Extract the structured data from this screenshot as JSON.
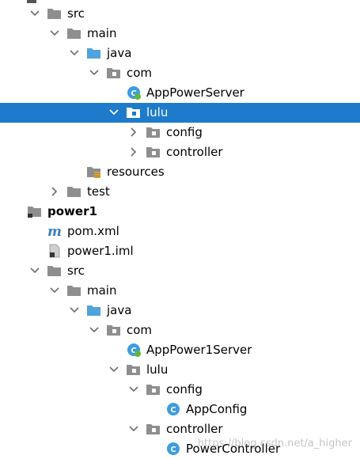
{
  "colors": {
    "selection": "#1e7bcb",
    "folder": "#8e8e8e",
    "source_folder": "#4fa3dc",
    "class_icon": "#3d9de0",
    "maven_icon": "#3a7ec2"
  },
  "tree": [
    {
      "id": "src-1",
      "label": "src",
      "depth": 1,
      "arrow": "down",
      "icon": "folder-icon"
    },
    {
      "id": "main-1",
      "label": "main",
      "depth": 2,
      "arrow": "down",
      "icon": "folder-icon"
    },
    {
      "id": "java-1",
      "label": "java",
      "depth": 3,
      "arrow": "down",
      "icon": "source-folder-icon"
    },
    {
      "id": "com-1",
      "label": "com",
      "depth": 4,
      "arrow": "down",
      "icon": "package-icon"
    },
    {
      "id": "apppowerserver",
      "label": "AppPowerServer",
      "depth": 5,
      "arrow": "none",
      "icon": "spring-class-icon"
    },
    {
      "id": "lulu-1",
      "label": "lulu",
      "depth": 5,
      "arrow": "down",
      "icon": "package-icon",
      "selected": true
    },
    {
      "id": "config-1",
      "label": "config",
      "depth": 6,
      "arrow": "right",
      "icon": "package-icon"
    },
    {
      "id": "controller-1",
      "label": "controller",
      "depth": 6,
      "arrow": "right",
      "icon": "package-icon"
    },
    {
      "id": "resources-1",
      "label": "resources",
      "depth": 3,
      "arrow": "none",
      "icon": "resources-folder-icon"
    },
    {
      "id": "test-1",
      "label": "test",
      "depth": 2,
      "arrow": "right",
      "icon": "folder-icon"
    },
    {
      "id": "power1",
      "label": "power1",
      "depth": 0,
      "arrow": "none",
      "icon": "module-folder-icon",
      "bold": true
    },
    {
      "id": "pom-xml",
      "label": "pom.xml",
      "depth": 1,
      "arrow": "none",
      "icon": "maven-icon"
    },
    {
      "id": "power1-iml",
      "label": "power1.iml",
      "depth": 1,
      "arrow": "none",
      "icon": "file-icon"
    },
    {
      "id": "src-2",
      "label": "src",
      "depth": 1,
      "arrow": "down",
      "icon": "folder-icon"
    },
    {
      "id": "main-2",
      "label": "main",
      "depth": 2,
      "arrow": "down",
      "icon": "folder-icon"
    },
    {
      "id": "java-2",
      "label": "java",
      "depth": 3,
      "arrow": "down",
      "icon": "source-folder-icon"
    },
    {
      "id": "com-2",
      "label": "com",
      "depth": 4,
      "arrow": "down",
      "icon": "package-icon"
    },
    {
      "id": "apppower1server",
      "label": "AppPower1Server",
      "depth": 5,
      "arrow": "none",
      "icon": "spring-class-icon"
    },
    {
      "id": "lulu-2",
      "label": "lulu",
      "depth": 5,
      "arrow": "down",
      "icon": "package-icon"
    },
    {
      "id": "config-2",
      "label": "config",
      "depth": 6,
      "arrow": "down",
      "icon": "package-icon"
    },
    {
      "id": "appconfig",
      "label": "AppConfig",
      "depth": 7,
      "arrow": "none",
      "icon": "class-icon"
    },
    {
      "id": "controller-2",
      "label": "controller",
      "depth": 6,
      "arrow": "down",
      "icon": "package-icon"
    },
    {
      "id": "powercontroller",
      "label": "PowerController",
      "depth": 7,
      "arrow": "none",
      "icon": "class-icon"
    }
  ],
  "watermark": "https://blog.csdn.net/a_higher"
}
